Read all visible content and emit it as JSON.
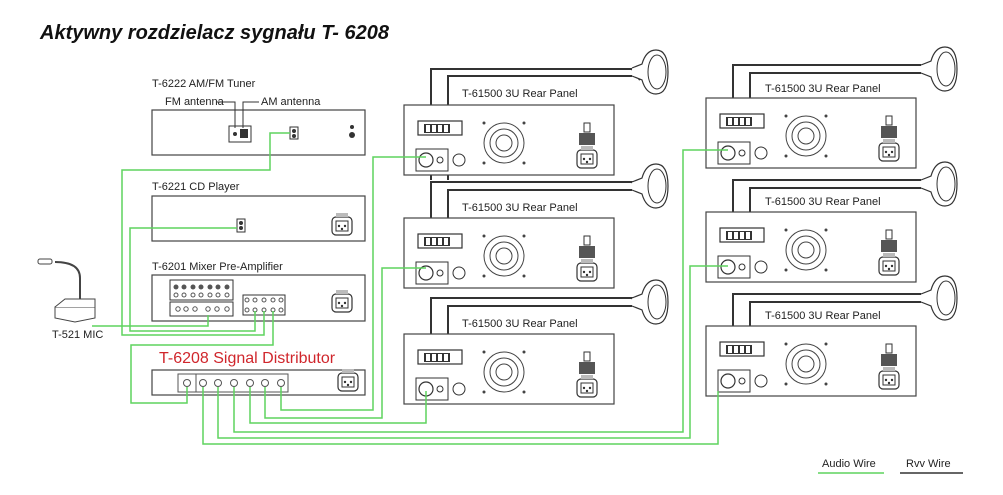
{
  "title": "Aktywny rozdzielacz sygnału T- 6208",
  "devices": {
    "tuner": {
      "label": "T-6222 AM/FM Tuner",
      "fm_antenna": "FM antenna",
      "am_antenna": "AM antenna"
    },
    "cd_player": {
      "label": "T-6221 CD Player"
    },
    "mixer": {
      "label": "T-6201 Mixer Pre-Amplifier"
    },
    "mic": {
      "label": "T-521 MIC"
    },
    "distributor": {
      "label": "T-6208 Signal Distributor"
    },
    "amplifiers": [
      {
        "label": "T-61500 3U Rear Panel"
      },
      {
        "label": "T-61500 3U Rear Panel"
      },
      {
        "label": "T-61500 3U Rear Panel"
      },
      {
        "label": "T-61500 3U Rear Panel"
      },
      {
        "label": "T-61500 3U Rear Panel"
      },
      {
        "label": "T-61500 3U Rear Panel"
      }
    ]
  },
  "legend": {
    "audio_wire": "Audio Wire",
    "rvv_wire": "Rvv Wire"
  },
  "colors": {
    "audio_wire": "#5fd35f",
    "rvv_wire": "#333333",
    "distributor_label": "#d0262c"
  }
}
